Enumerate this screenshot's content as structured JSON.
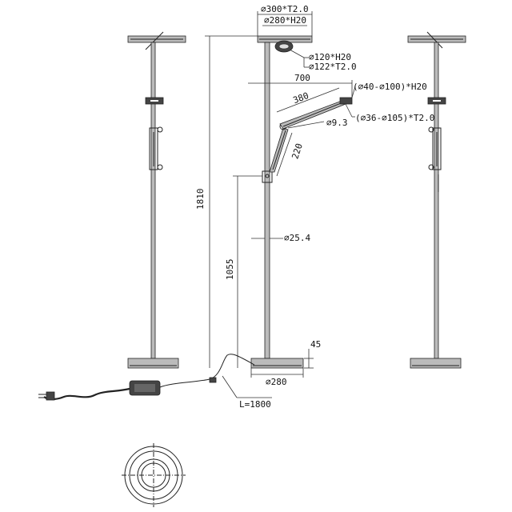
{
  "drawing": {
    "dimensions": {
      "shade_outer": "⌀300*T2.0",
      "shade_inner": "⌀280*H20",
      "light_head_height": "⌀120*H20",
      "light_head_thickness": "⌀122*T2.0",
      "arm_reach": "700",
      "reading_head_height": "(⌀40-⌀100)*H20",
      "upper_arm": "380",
      "joint": "⌀9.3",
      "reading_head_thickness": "(⌀36-⌀105)*T2.0",
      "lower_arm": "220",
      "total_height": "1810",
      "joint_height": "1055",
      "pole_diameter": "⌀25.4",
      "base_height": "45",
      "base_diameter": "⌀280",
      "cable_length": "L=1800"
    }
  }
}
